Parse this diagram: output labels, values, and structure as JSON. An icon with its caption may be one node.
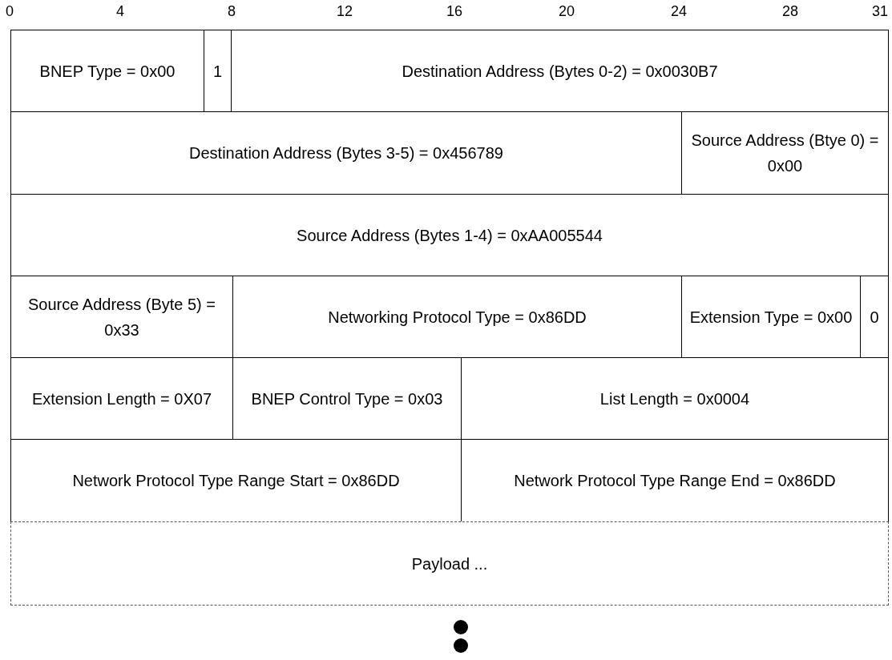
{
  "diagram": {
    "nodes": [
      {
        "text": [
          "BNEP Type = 0x00"
        ]
      },
      {
        "text": [
          "1"
        ]
      },
      {
        "text": [
          "Destination Address (Bytes 0-2) = 0x0030B7"
        ]
      },
      {
        "text": [
          "Destination Address (Bytes 3-5) = 0x456789"
        ]
      },
      {
        "text": [
          "Source Address (Btye 0) = 0x00"
        ]
      },
      {
        "text": [
          "Source Address (Bytes 1-4) = 0xAA005544"
        ]
      },
      {
        "text": [
          "Source Address (Byte 5) = 0x33"
        ]
      },
      {
        "text": [
          "Networking Protocol Type = 0x86DD"
        ]
      },
      {
        "text": [
          "Extension Type = 0x00"
        ]
      },
      {
        "text": [
          "0"
        ]
      },
      {
        "text": [
          "Extension Length = 0X07"
        ]
      },
      {
        "text": [
          "BNEP Control Type = 0x03"
        ]
      },
      {
        "text": [
          "List Length = 0x0004"
        ]
      },
      {
        "text": [
          "Network Protocol Type Range Start = 0x86DD"
        ]
      },
      {
        "text": [
          "Network Protocol Type Range End = 0x86DD"
        ]
      },
      {
        "text": [
          "Payload ..."
        ]
      }
    ],
    "labels": [
      "0",
      "4",
      "8",
      "12",
      "16",
      "20",
      "24",
      "28",
      "31"
    ]
  }
}
